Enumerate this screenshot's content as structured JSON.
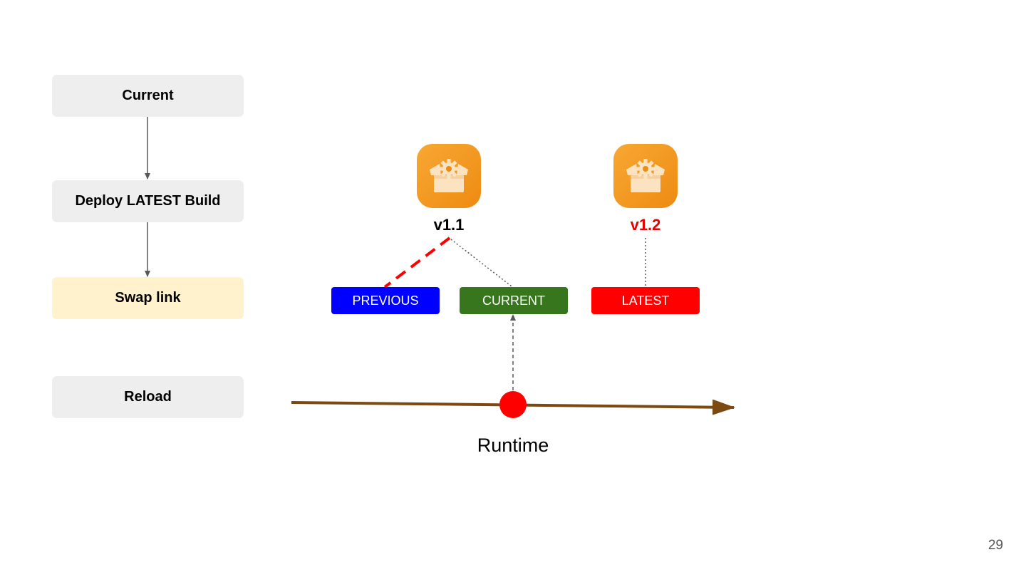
{
  "flow": {
    "steps": [
      {
        "label": "Current"
      },
      {
        "label": "Deploy LATEST Build"
      },
      {
        "label": "Swap link"
      },
      {
        "label": "Reload"
      }
    ],
    "active_step": "Swap link"
  },
  "builds": [
    {
      "version": "v1.1",
      "icon": "package-gear-icon",
      "color": "#000000"
    },
    {
      "version": "v1.2",
      "icon": "package-gear-icon",
      "color": "#e60000"
    }
  ],
  "labels": [
    {
      "text": "PREVIOUS",
      "color": "#0000ff"
    },
    {
      "text": "CURRENT",
      "color": "#38761d"
    },
    {
      "text": "LATEST",
      "color": "#ff0000"
    }
  ],
  "timeline": {
    "label": "Runtime",
    "line_color": "#7b4a12",
    "marker_color": "#ff0000"
  },
  "page_number": "29"
}
